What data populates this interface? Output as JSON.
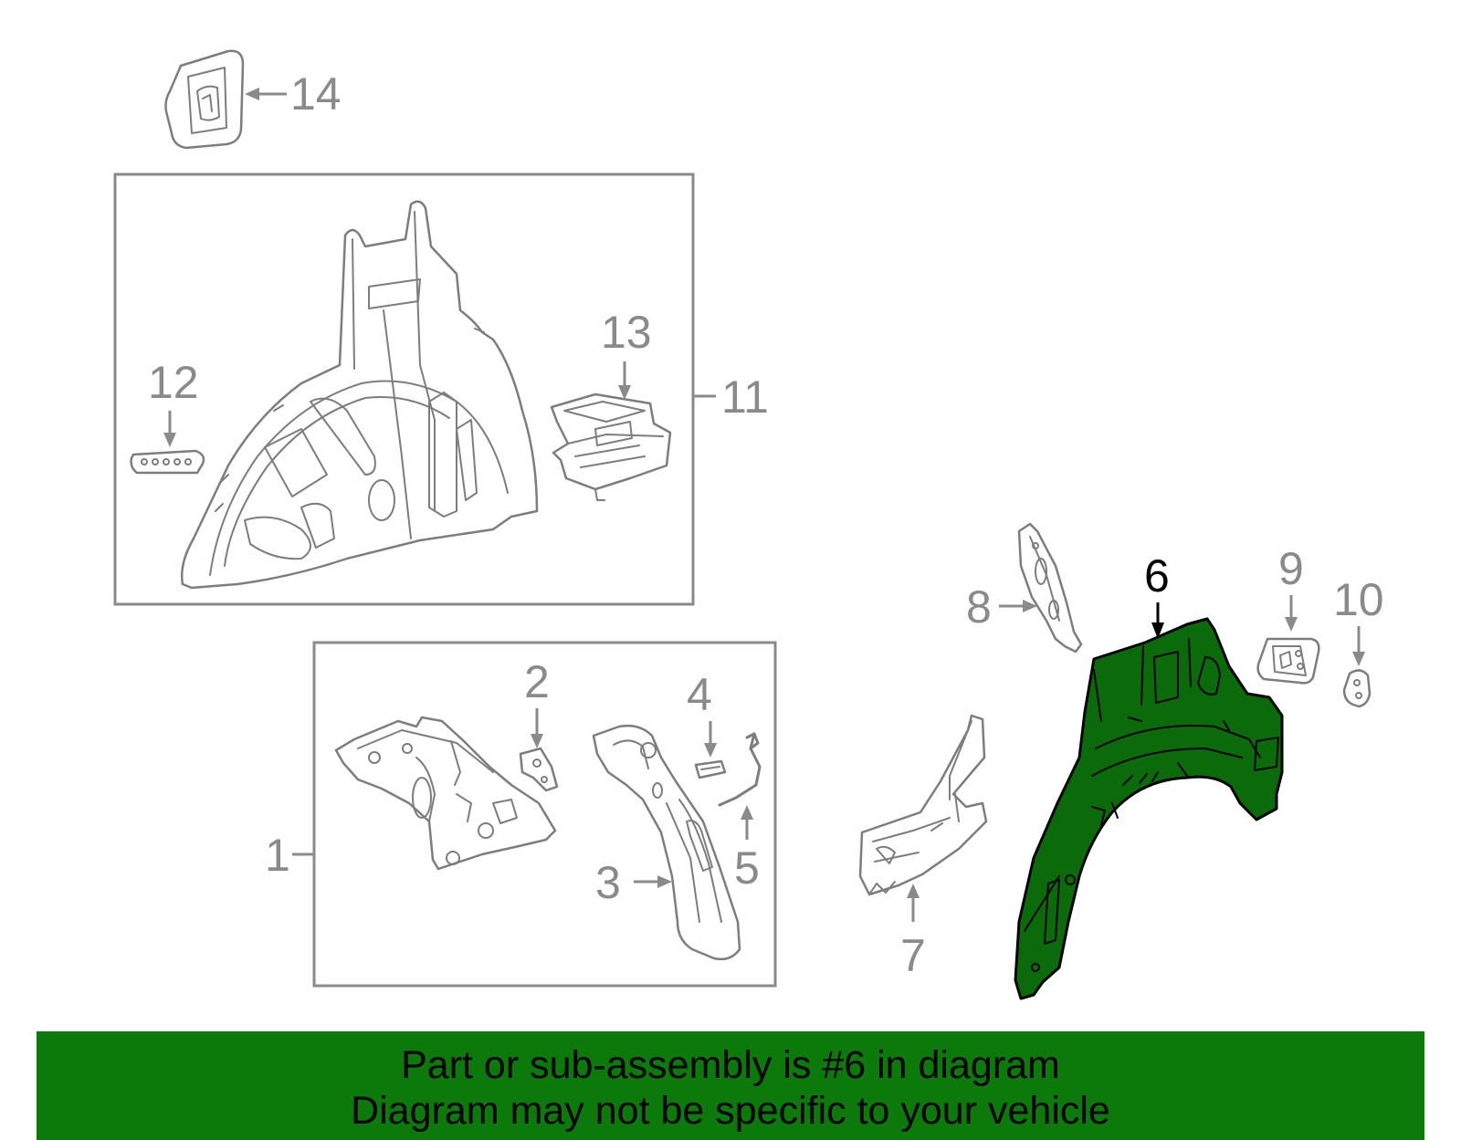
{
  "callouts": {
    "c1": "1",
    "c2": "2",
    "c3": "3",
    "c4": "4",
    "c5": "5",
    "c6": "6",
    "c7": "7",
    "c8": "8",
    "c9": "9",
    "c10": "10",
    "c11": "11",
    "c12": "12",
    "c13": "13",
    "c14": "14"
  },
  "highlight": {
    "part": "6",
    "color": "#0b7a0b"
  },
  "banner": {
    "line1": "Part or sub-assembly is #6 in diagram",
    "line2": "Diagram may not be specific to your vehicle"
  }
}
